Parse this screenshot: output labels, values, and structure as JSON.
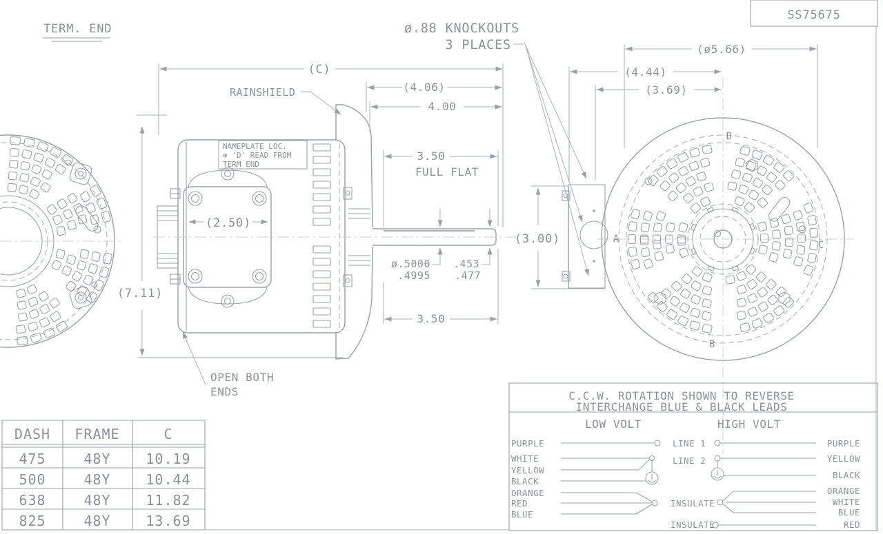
{
  "title_block": {
    "doc_number": "SS75675"
  },
  "labels": {
    "view_title": "TERM. END",
    "knockouts_line1": "ø.88 KNOCKOUTS",
    "knockouts_line2": "3 PLACES",
    "rainshield": "RAINSHIELD",
    "nameplate_line1": "NAMEPLATE LOC.",
    "nameplate_line2": "⊕ 'D' READ FROM",
    "nameplate_line3": "TERM END",
    "open_ends_line1": "OPEN BOTH",
    "open_ends_line2": "ENDS",
    "full_flat": "FULL FLAT"
  },
  "dimensions": {
    "overall_length": "(C)",
    "len_4_06": "(4.06)",
    "len_4_00": "4.00",
    "flat_3_50": "3.50",
    "shaft_3_50": "3.50",
    "height_7_11": "(7.11)",
    "box_2_50": "(2.50)",
    "box_3_00": "(3.00)",
    "dia_5_66": "(ø5.66)",
    "len_4_44": "(4.44)",
    "len_3_69": "(3.69)",
    "shaft_dia_max": "ø.5000",
    "shaft_dia_min": ".4995",
    "flat_min": ".453",
    "flat_max": ".477"
  },
  "end_view_points": {
    "a": "A",
    "b": "B",
    "c": "C",
    "d": "D"
  },
  "table": {
    "headers": [
      "DASH",
      "FRAME",
      "C"
    ],
    "rows": [
      [
        "475",
        "48Y",
        "10.19"
      ],
      [
        "500",
        "48Y",
        "10.44"
      ],
      [
        "638",
        "48Y",
        "11.82"
      ],
      [
        "825",
        "48Y",
        "13.69"
      ]
    ]
  },
  "wiring": {
    "title_line1": "C.C.W. ROTATION SHOWN TO REVERSE",
    "title_line2": "INTERCHANGE BLUE & BLACK LEADS",
    "low_volt": "LOW VOLT",
    "high_volt": "HIGH VOLT",
    "line1": "LINE 1",
    "line2": "LINE 2",
    "insulate_mid": "INSULATE",
    "insulate_bottom": "INSULATE",
    "left_leads": [
      "PURPLE",
      "WHITE",
      "YELLOW",
      "BLACK",
      "ORANGE",
      "RED",
      "BLUE"
    ],
    "right_leads": [
      "PURPLE",
      "YELLOW",
      "BLACK",
      "ORANGE",
      "WHITE",
      "BLUE",
      "RED"
    ]
  },
  "colors": {
    "line": "#9aa0a8",
    "text": "#8b9199"
  }
}
